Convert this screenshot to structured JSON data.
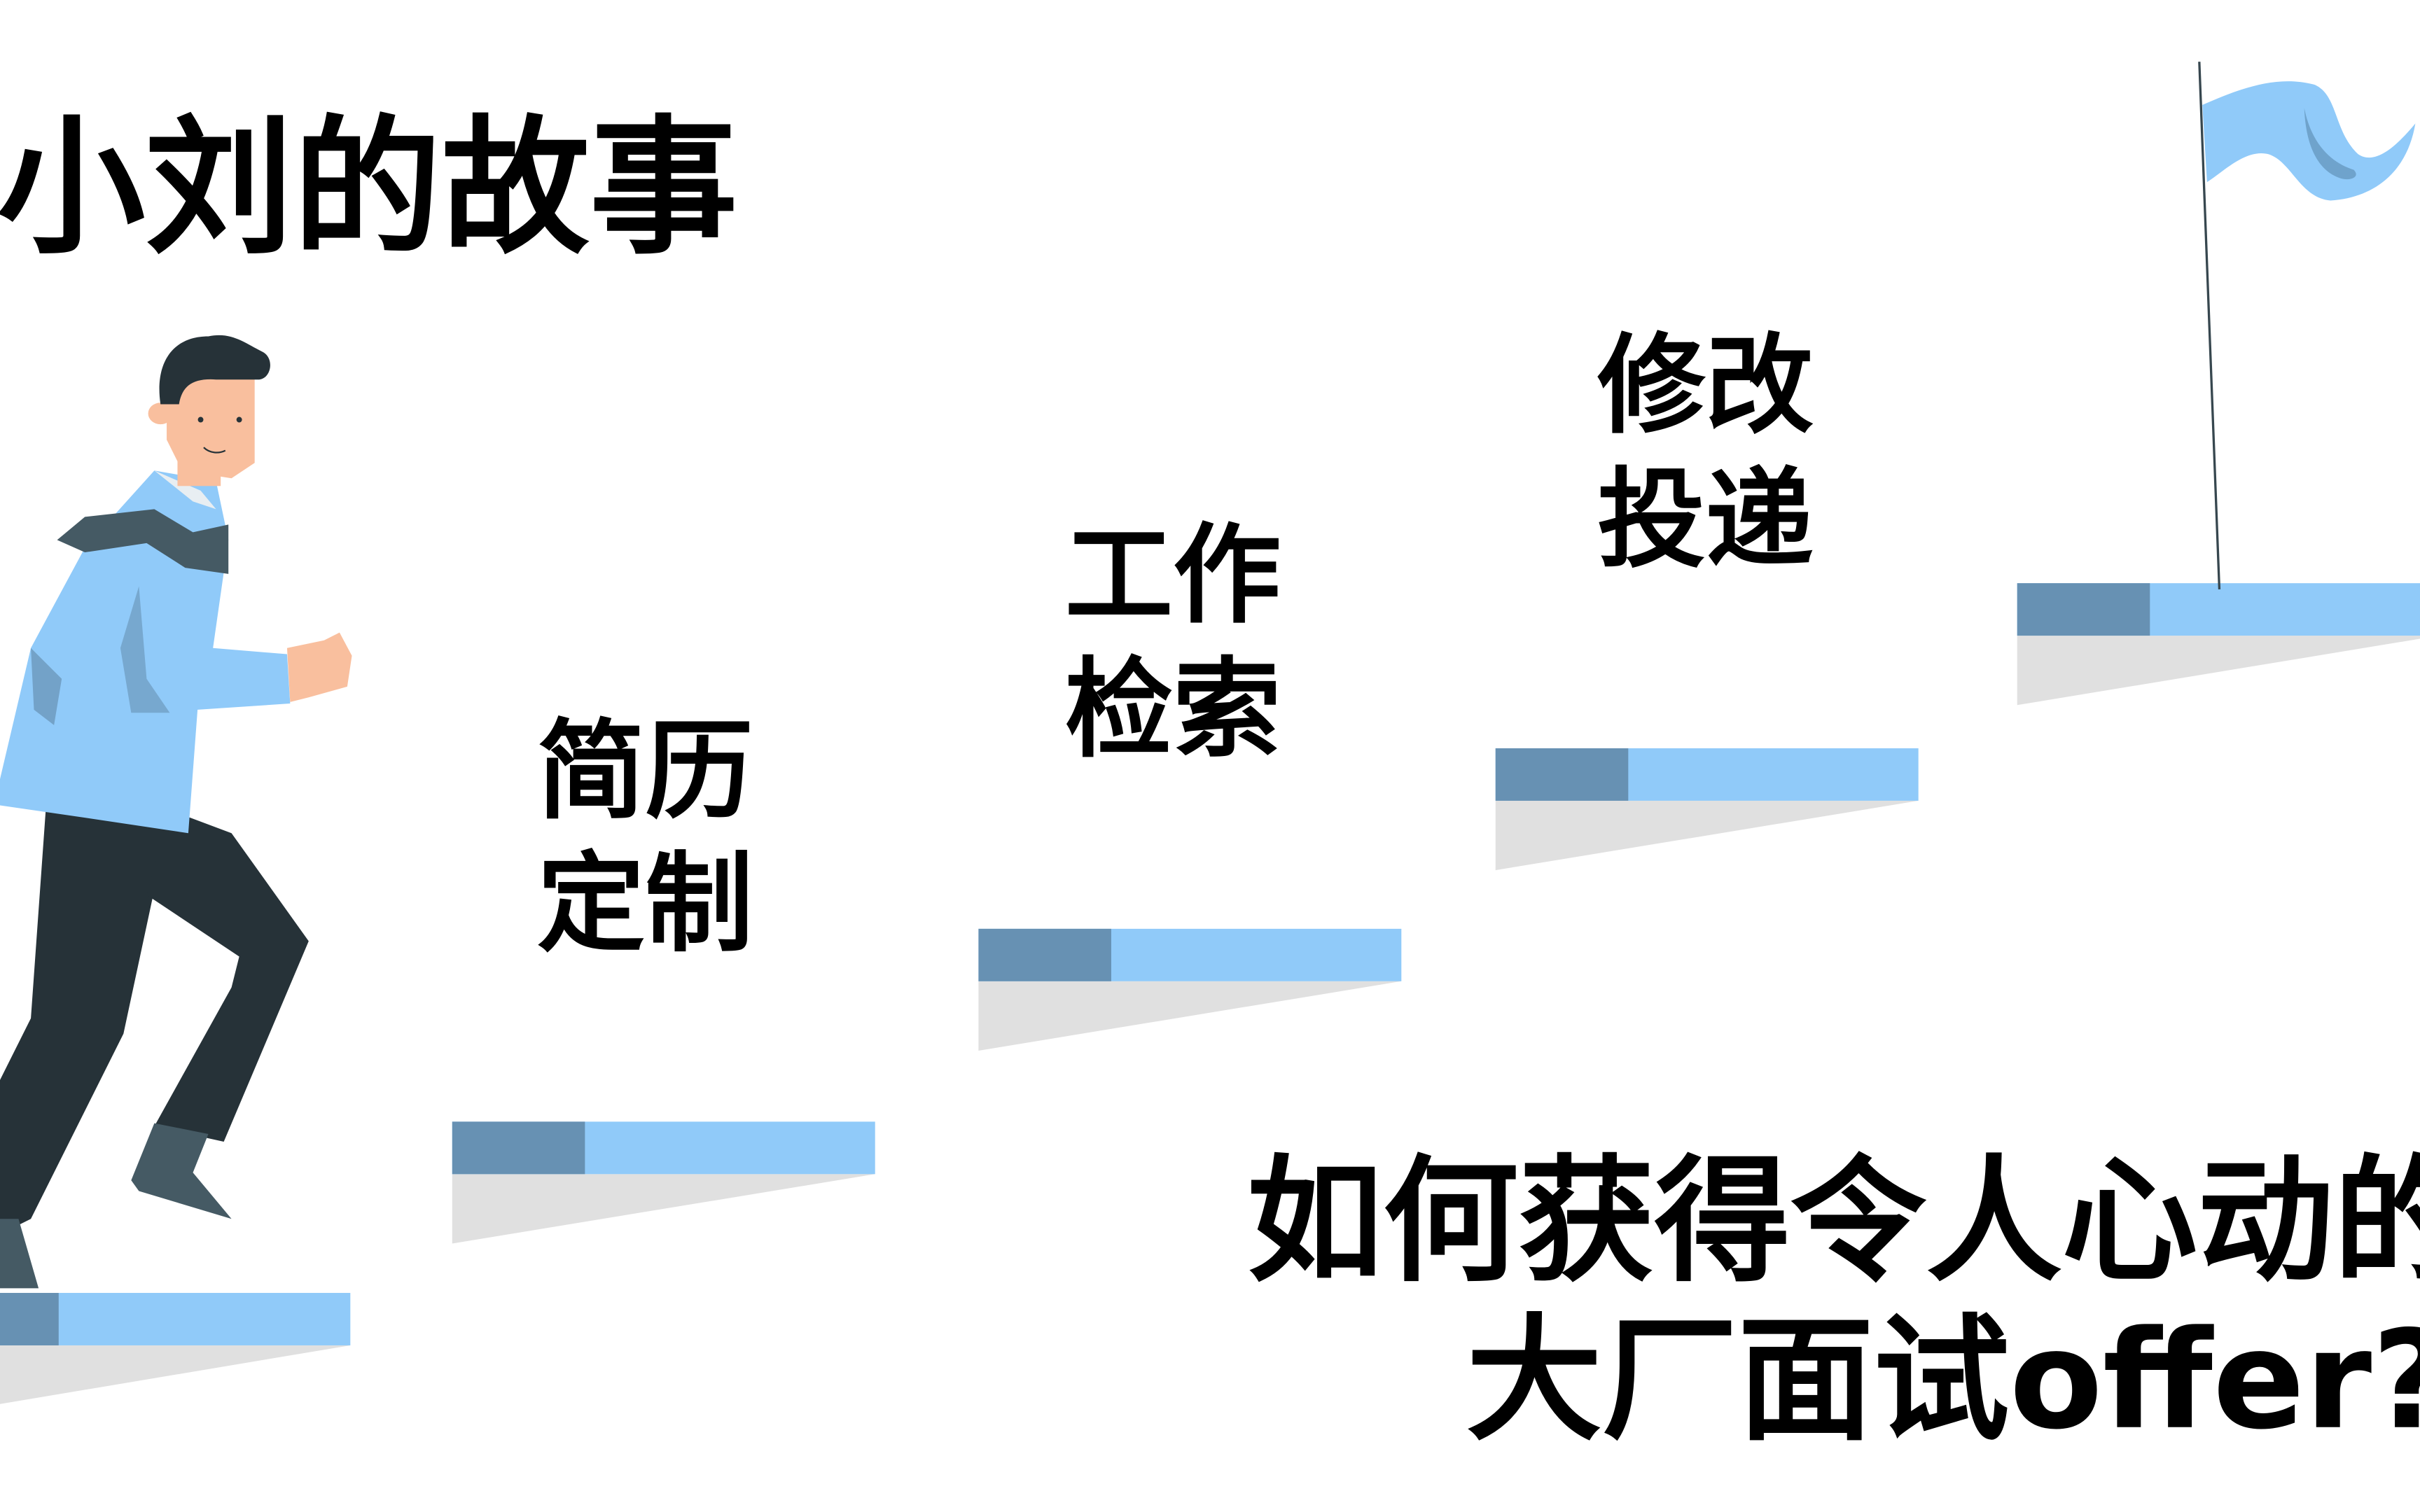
{
  "title": "小刘的故事",
  "steps": [
    {
      "line1": "简历",
      "line2": "定制"
    },
    {
      "line1": "工作",
      "line2": "检索"
    },
    {
      "line1": "修改",
      "line2": "投递"
    }
  ],
  "question": {
    "line1": "如何获得令人心动的",
    "line2": "大厂面试offer?"
  },
  "colors": {
    "step_light": "#90caf9",
    "step_dark": "#6791b3",
    "shadow": "#e0e0e0",
    "flag": "#90caf9",
    "jacket": "#90caf9",
    "pants": "#263238",
    "skin": "#f9bf9e"
  }
}
